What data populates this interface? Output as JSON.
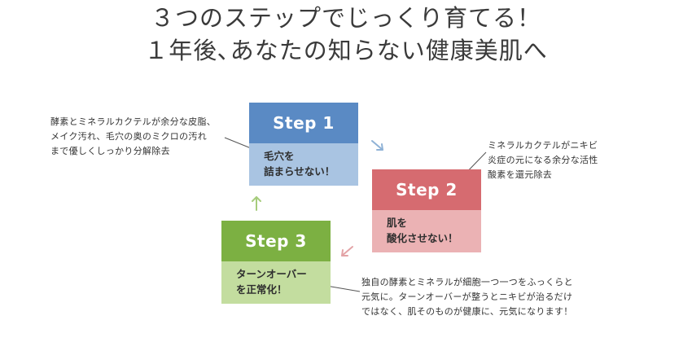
{
  "title": {
    "line1": "３つのステップでじっくり育てる！",
    "line2": "１年後､あなたの知らない健康美肌へ"
  },
  "steps": [
    {
      "label": "Step 1",
      "text": "毛穴を\n詰まらせない！",
      "header_color": "#5a8ac4",
      "body_color": "#a9c4e2",
      "note": "酵素とミネラルカクテルが余分な皮脂、\nメイク汚れ、毛穴の奥のミクロの汚れ\nまで優しくしっかり分解除去"
    },
    {
      "label": "Step 2",
      "text": "肌を\n酸化させない！",
      "header_color": "#d66b70",
      "body_color": "#ebb2b4",
      "note": "ミネラルカクテルがニキビ\n炎症の元になる余分な活性\n酸素を還元除去"
    },
    {
      "label": "Step 3",
      "text": "ターンオーバー\nを正常化！",
      "header_color": "#7cb042",
      "body_color": "#c3dd9f",
      "note": "独自の酵素とミネラルが細胞一つ一つをふっくらと\n元気に。ターンオーバーが整うとニキビが治るだけ\nではなく、肌そのものが健康に、元気になります！"
    }
  ],
  "arrow_colors": {
    "step1_to_step2": "#8fb2d6",
    "step2_to_step3": "#e3a3a6",
    "step3_to_step1": "#a6cc7c"
  }
}
